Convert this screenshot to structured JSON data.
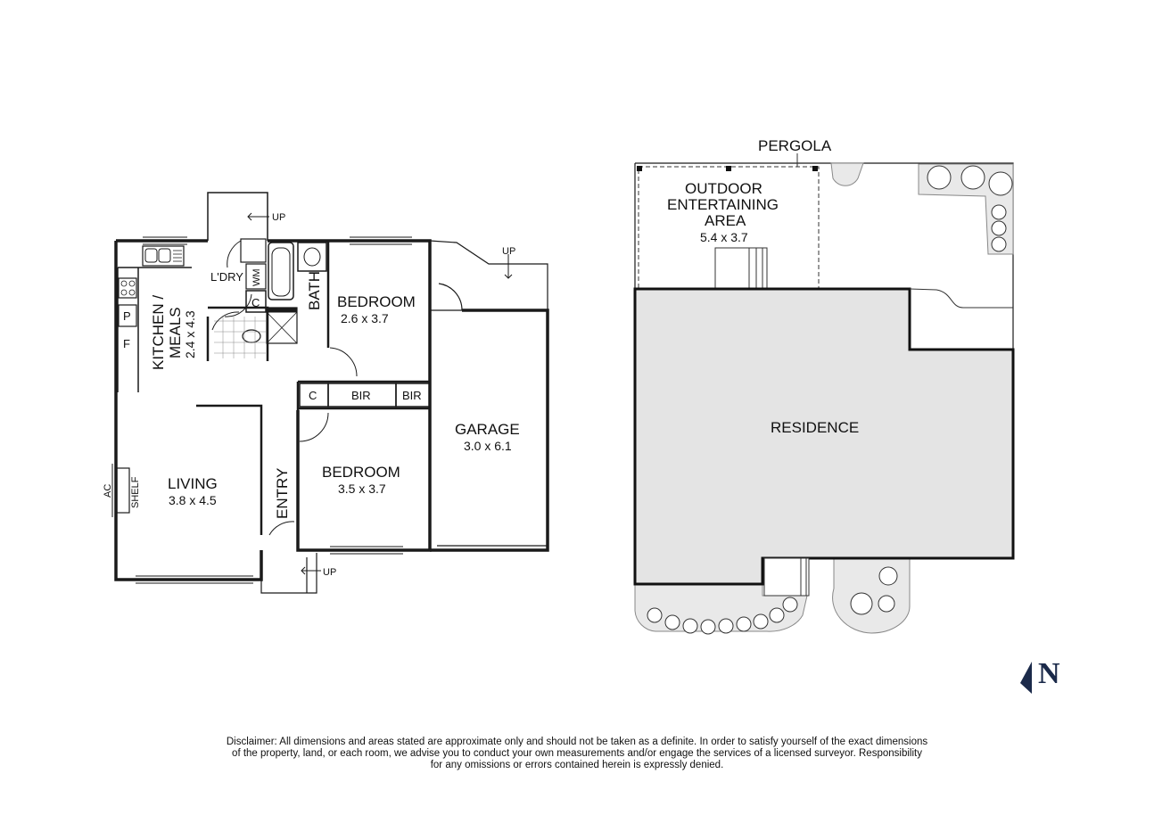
{
  "floorplan": {
    "kitchen_meals": {
      "name_line1": "KITCHEN /",
      "name_line2": "MEALS",
      "dims": "2.4 x 4.3"
    },
    "ldry": "L'DRY",
    "wm": "WM",
    "bath": "BATH",
    "bedroom1": {
      "name": "BEDROOM",
      "dims": "2.6 x 3.7"
    },
    "bedroom2": {
      "name": "BEDROOM",
      "dims": "3.5 x 3.7"
    },
    "living": {
      "name": "LIVING",
      "dims": "3.8 x 4.5"
    },
    "garage": {
      "name": "GARAGE",
      "dims": "3.0 x 6.1"
    },
    "entry": "ENTRY",
    "bir": "BIR",
    "c": "C",
    "p": "P",
    "f": "F",
    "ac": "AC",
    "shelf": "SHELF",
    "up": "UP"
  },
  "siteplan": {
    "pergola": "PERGOLA",
    "outdoor_line1": "OUTDOOR",
    "outdoor_line2": "ENTERTAINING",
    "outdoor_line3": "AREA",
    "outdoor_dims": "5.4 x 3.7",
    "residence": "RESIDENCE",
    "north": "N"
  },
  "colors": {
    "walls": "#1a1a1a",
    "residence_fill": "#e4e4e4",
    "garden_fill": "#e9e9e9",
    "north": "#1b2a4a"
  },
  "disclaimer": [
    "Disclaimer: All dimensions and areas stated are approximate only and should not be taken as a definite. In order to satisfy yourself of the exact dimensions",
    "of the property, land, or each room, we advise you to conduct your own measurements and/or engage the services of a licensed surveyor. Responsibility",
    "for any omissions or errors contained herein is expressly denied."
  ]
}
